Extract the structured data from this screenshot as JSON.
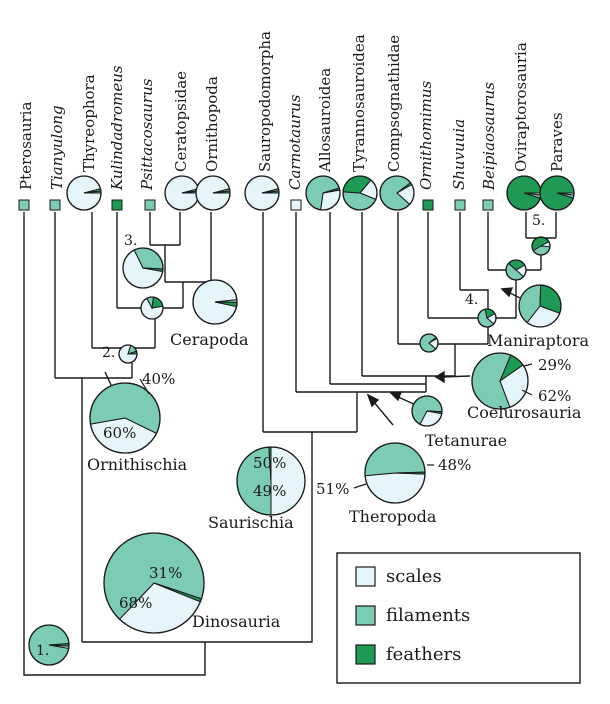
{
  "colors": {
    "scales": "#e6f5fa",
    "filaments": "#7ccbb4",
    "feathers": "#1e9a54",
    "line": "#1a1a1a"
  },
  "taxa": {
    "pterosauria": "Pterosauria",
    "tianyulong": "Tianyulong",
    "thyreophora": "Thyreophora",
    "kulindadromeus": "Kulindadromeus",
    "psittacosaurus": "Psittacosaurus",
    "ceratopsidae": "Ceratopsidae",
    "ornithopoda": "Ornithopoda",
    "sauropodomorpha": "Sauropodomorpha",
    "carnotaurus": "Carnotaurus",
    "allosauroidea": "Allosauroidea",
    "tyrannosauroidea": "Tyrannosauroidea",
    "compsognathidae": "Compsognathidae",
    "ornithomimus": "Ornithomimus",
    "shuvuuia": "Shuvuuia",
    "beipiaosaurus": "Beipiaosaurus",
    "oviraptorosauria": "Oviraptorosauria",
    "paraves": "Paraves"
  },
  "clades": {
    "cerapoda": "Cerapoda",
    "ornithischia": "Ornithischia",
    "dinosauria": "Dinosauria",
    "saurischia": "Saurischia",
    "theropoda": "Theropoda",
    "tetanurae": "Tetanurae",
    "coelurosauria": "Coelurosauria",
    "maniraptora": "Maniraptora"
  },
  "node_numbers": {
    "n1": "1.",
    "n2": "2.",
    "n3": "3.",
    "n4": "4.",
    "n5": "5."
  },
  "percent_labels": {
    "ornithischia_scales": "40%",
    "ornithischia_filaments": "60%",
    "dinosauria_scales": "31%",
    "dinosauria_filaments": "68%",
    "saurischia_scales": "50%",
    "saurischia_filaments": "49%",
    "theropoda_scales": "48%",
    "theropoda_filaments": "51%",
    "coelurosauria_scales": "29%",
    "coelurosauria_filaments": "62%"
  },
  "legend": {
    "scales": "scales",
    "filaments": "filaments",
    "feathers": "feathers"
  },
  "pie_values": {
    "root": {
      "scales": 0.02,
      "filaments": 0.96,
      "feathers": 0.02
    },
    "dinosauria": {
      "scales": 0.31,
      "filaments": 0.68,
      "feathers": 0.01
    },
    "ornithischia": {
      "scales": 0.4,
      "filaments": 0.6,
      "feathers": 0.0
    },
    "saurischia": {
      "scales": 0.5,
      "filaments": 0.49,
      "feathers": 0.01
    },
    "theropoda": {
      "scales": 0.48,
      "filaments": 0.51,
      "feathers": 0.01
    },
    "tetanurae": {
      "scales": 0.3,
      "filaments": 0.68,
      "feathers": 0.02
    },
    "coelurosauria": {
      "scales": 0.29,
      "filaments": 0.62,
      "feathers": 0.09
    },
    "maniraptora": {
      "scales": 0.3,
      "filaments": 0.4,
      "feathers": 0.3
    },
    "cerapoda": {
      "scales": 0.95,
      "filaments": 0.02,
      "feathers": 0.03
    },
    "node2": {
      "scales": 0.8,
      "filaments": 0.15,
      "feathers": 0.05
    },
    "node3": {
      "scales": 0.65,
      "filaments": 0.33,
      "feathers": 0.02
    },
    "kulinda_node": {
      "scales": 0.7,
      "filaments": 0.1,
      "feathers": 0.2
    },
    "thyreophora": {
      "scales": 0.96,
      "filaments": 0.02,
      "feathers": 0.02
    },
    "ceratopsidae": {
      "scales": 0.96,
      "filaments": 0.02,
      "feathers": 0.02
    },
    "ornithopoda": {
      "scales": 0.96,
      "filaments": 0.02,
      "feathers": 0.02
    },
    "sauropodomorpha": {
      "scales": 0.96,
      "filaments": 0.02,
      "feathers": 0.02
    },
    "allosauroidea": {
      "scales": 0.3,
      "filaments": 0.68,
      "feathers": 0.02
    },
    "tyrannosauroidea": {
      "scales": 0.2,
      "filaments": 0.45,
      "feathers": 0.35
    },
    "compsognathidae": {
      "scales": 0.2,
      "filaments": 0.78,
      "feathers": 0.02
    },
    "comps_node": {
      "scales": 0.2,
      "filaments": 0.78,
      "feathers": 0.02
    },
    "node4": {
      "scales": 0.2,
      "filaments": 0.6,
      "feathers": 0.2
    },
    "beip_node": {
      "scales": 0.2,
      "filaments": 0.5,
      "feathers": 0.3
    },
    "node5": {
      "scales": 0.1,
      "filaments": 0.4,
      "feathers": 0.5
    },
    "oviraptorosauria": {
      "scales": 0.02,
      "filaments": 0.03,
      "feathers": 0.95
    },
    "paraves": {
      "scales": 0.02,
      "filaments": 0.03,
      "feathers": 0.95
    }
  },
  "tip_states": {
    "pterosauria": "filaments",
    "tianyulong": "filaments",
    "kulindadromeus": "feathers",
    "psittacosaurus": "filaments",
    "carnotaurus": "scales",
    "ornithomimus": "feathers",
    "shuvuuia": "filaments",
    "beipiaosaurus": "filaments"
  }
}
